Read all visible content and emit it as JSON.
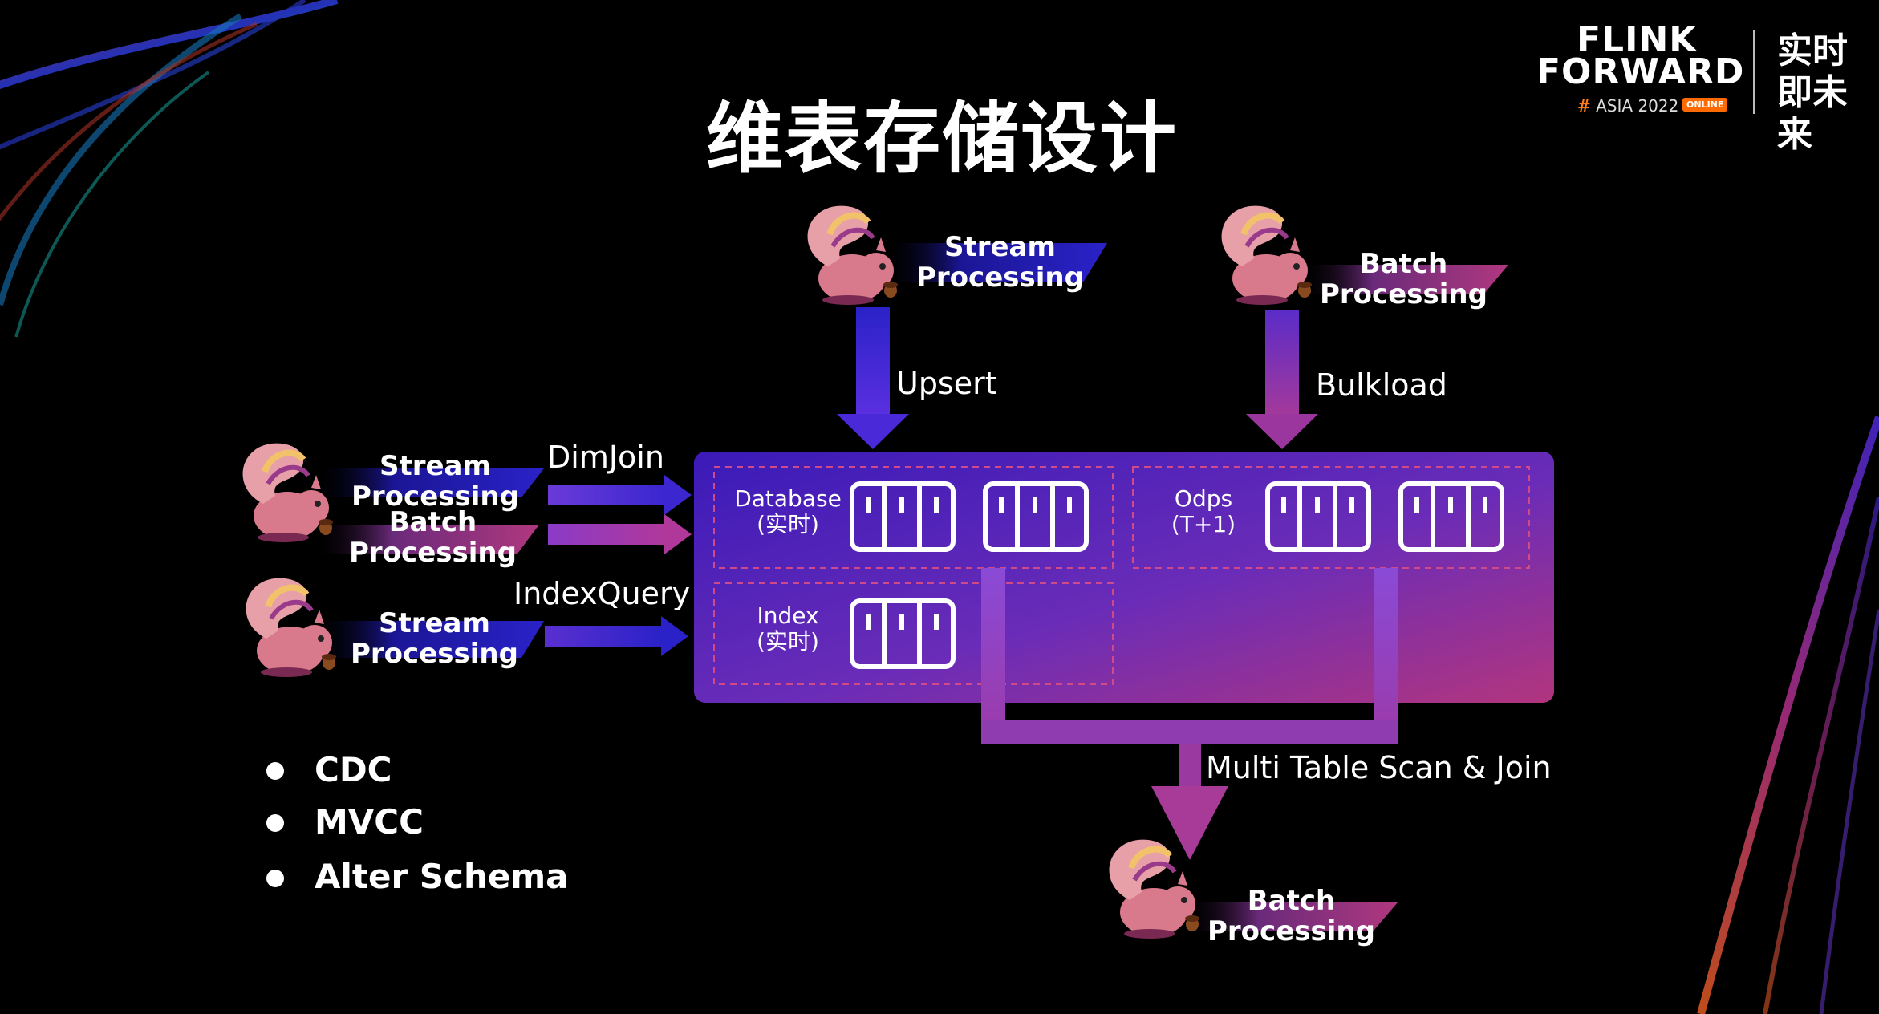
{
  "title": "维表存储设计",
  "logo": {
    "flink": "FLINK",
    "forward": "FORWARD",
    "hash": "#",
    "asia": "ASIA 2022",
    "online": "ONLINE",
    "slogan": "实时即未来"
  },
  "top_nodes": {
    "stream": {
      "line1": "Stream",
      "line2": "Processing"
    },
    "batch": {
      "line1": "Batch",
      "line2": "Processing"
    }
  },
  "arrows": {
    "upsert": "Upsert",
    "bulkload": "Bulkload",
    "dimjoin": "DimJoin",
    "indexquery": "IndexQuery",
    "multiscan": "Multi Table Scan & Join"
  },
  "left_nodes": {
    "stream1": {
      "line1": "Stream",
      "line2": "Processing"
    },
    "batch1": {
      "line1": "Batch",
      "line2": "Processing"
    },
    "stream2": {
      "line1": "Stream",
      "line2": "Processing"
    }
  },
  "storage": {
    "database": {
      "line1": "Database",
      "line2": "(实时)"
    },
    "odps": {
      "line1": "Odps",
      "line2": "(T+1)"
    },
    "index": {
      "line1": "Index",
      "line2": "(实时)"
    }
  },
  "bottom_node": {
    "line1": "Batch",
    "line2": "Processing"
  },
  "bullets": [
    "CDC",
    "MVCC",
    "Alter Schema"
  ],
  "colors": {
    "blue": "#2a1fcf",
    "purple": "#7a3ad0",
    "magenta": "#c23a8a",
    "squirrel": "#d97a8c"
  }
}
